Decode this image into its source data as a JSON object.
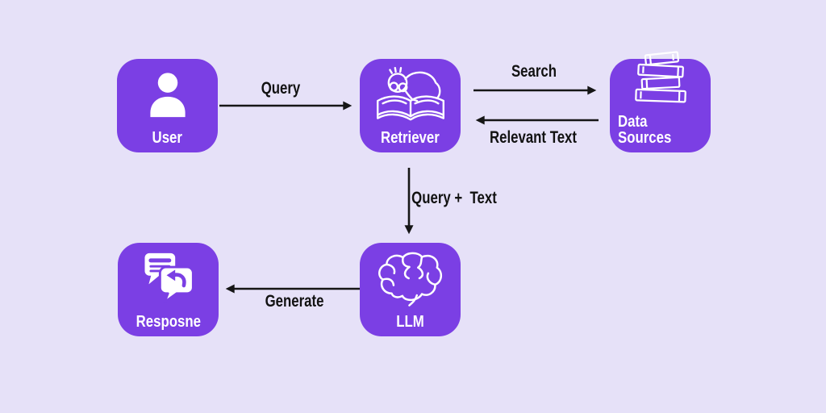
{
  "colors": {
    "background": "#e6e1f8",
    "node_fill": "#7b3fe4",
    "node_text": "#ffffff",
    "arrow": "#161616",
    "label_text": "#121212"
  },
  "nodes": [
    {
      "label": "User",
      "icon": "user-icon"
    },
    {
      "label": "Retriever",
      "icon": "reading-person-icon"
    },
    {
      "label": "Data Sources",
      "icon": "books-stack-icon"
    },
    {
      "label": "LLM",
      "icon": "brain-icon"
    },
    {
      "label": "Resposne",
      "icon": "chat-bubbles-icon"
    }
  ],
  "edges": [
    {
      "label": "Query",
      "from": "User",
      "to": "Retriever",
      "direction": "right"
    },
    {
      "label": "Search",
      "from": "Retriever",
      "to": "Data Sources",
      "direction": "right"
    },
    {
      "label": "Relevant Text",
      "from": "Data Sources",
      "to": "Retriever",
      "direction": "left"
    },
    {
      "label": "Query +  Text",
      "from": "Retriever",
      "to": "LLM",
      "direction": "down"
    },
    {
      "label": "Generate",
      "from": "LLM",
      "to": "Resposne",
      "direction": "left"
    }
  ]
}
